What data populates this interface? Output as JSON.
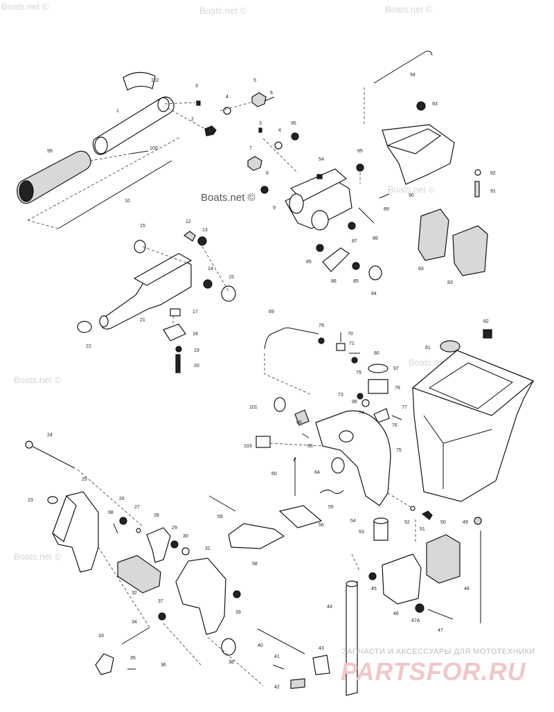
{
  "watermarks": {
    "boats_net": "Boats.net ©",
    "boats_net_bold": "Boats.net ©",
    "brand_caption": "ЗАПЧАСТИ И АКСЕССУАРЫ ДЛЯ МОТОТЕХНИКИ",
    "brand_logo": "PARTSFOR.RU"
  },
  "callouts": [
    "102",
    "1",
    "3",
    "4",
    "5",
    "6",
    "2",
    "100",
    "99",
    "10",
    "3",
    "4",
    "95",
    "7",
    "6",
    "95",
    "94",
    "93",
    "92",
    "91",
    "90",
    "89",
    "88",
    "87",
    "86",
    "85",
    "85",
    "84",
    "83",
    "83",
    "54",
    "9",
    "15",
    "12",
    "13",
    "14",
    "15",
    "21",
    "22",
    "17",
    "18",
    "19",
    "20",
    "69",
    "79",
    "70",
    "71",
    "80",
    "79",
    "97",
    "78",
    "73",
    "96",
    "77",
    "76",
    "74",
    "82",
    "81",
    "101",
    "66",
    "65",
    "103",
    "60",
    "75",
    "64",
    "55",
    "54",
    "53",
    "52",
    "51",
    "50",
    "49",
    "24",
    "25",
    "23",
    "26",
    "27",
    "98",
    "28",
    "29",
    "30",
    "31",
    "59",
    "58",
    "56",
    "32",
    "37",
    "39",
    "33",
    "34",
    "35",
    "36",
    "38",
    "40",
    "41",
    "42",
    "43",
    "44",
    "45",
    "46",
    "47A",
    "47",
    "48"
  ]
}
